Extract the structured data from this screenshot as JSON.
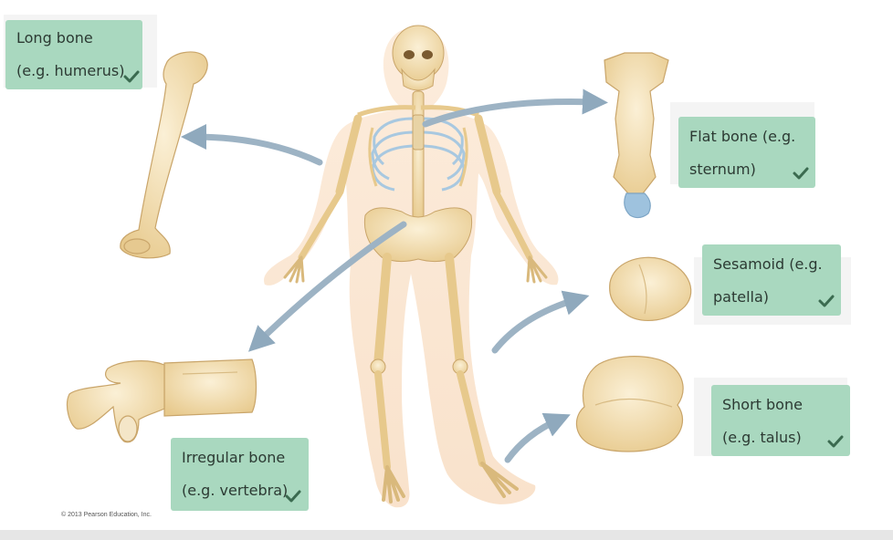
{
  "labels": {
    "long_bone": {
      "line1": "Long bone",
      "line2": "(e.g. humerus)"
    },
    "flat_bone": {
      "line1": "Flat bone (e.g.",
      "line2": "sternum)"
    },
    "sesamoid": {
      "line1": "Sesamoid (e.g.",
      "line2": "patella)"
    },
    "short_bone": {
      "line1": "Short bone",
      "line2": "(e.g. talus)"
    },
    "irregular_bone": {
      "line1": "Irregular bone",
      "line2": "(e.g. vertebra)"
    }
  },
  "copyright": "© 2013 Pearson Education, Inc.",
  "colors": {
    "label_bg": "#a9d8bf",
    "check": "#3b6b50",
    "bone": "#f1ddb0",
    "bone_outline": "#c9a56a",
    "cartilage": "#a8c8e0",
    "arrow": "#9db3c4",
    "skin": "#fbe8d4"
  },
  "icons": {
    "check": "check-icon",
    "arrow": "arrow-icon"
  }
}
